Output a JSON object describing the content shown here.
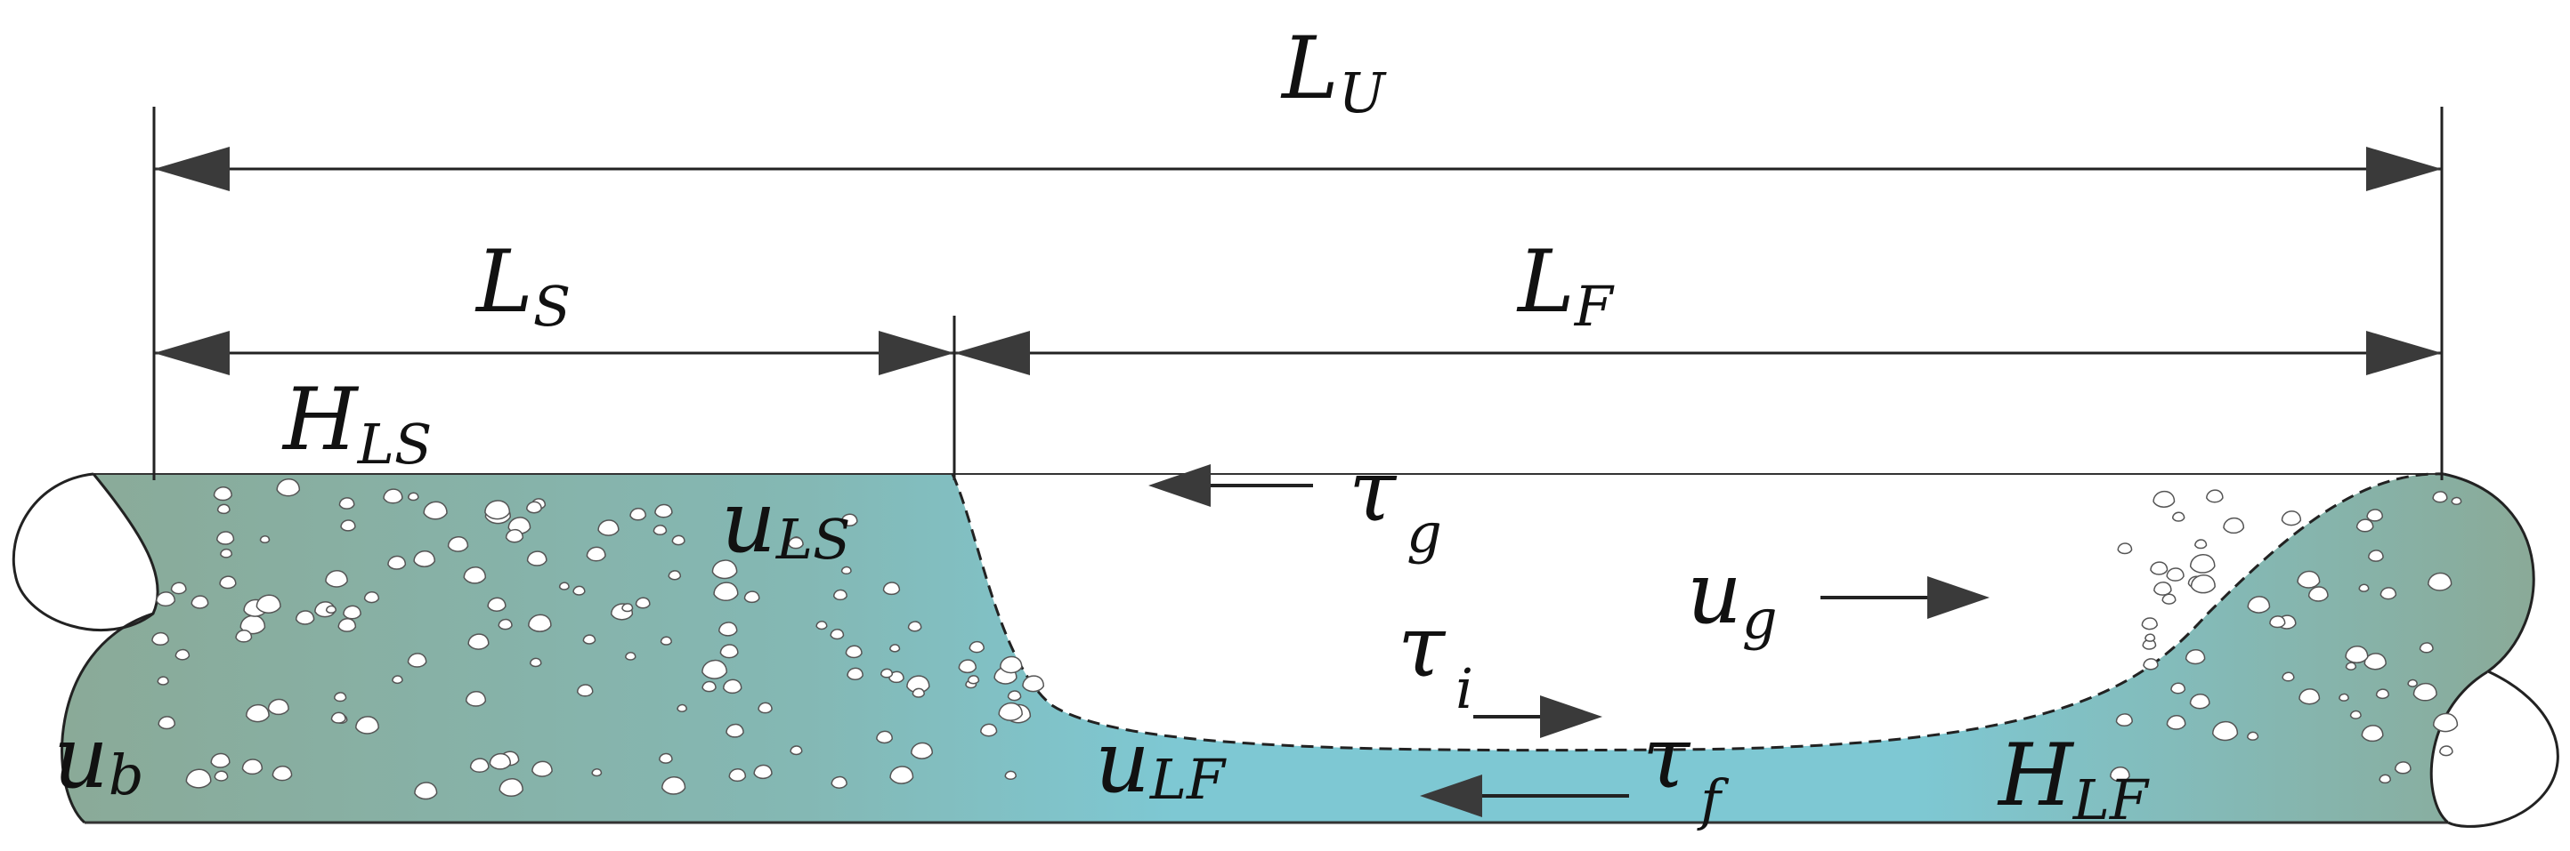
{
  "labels": {
    "unit_length": {
      "main": "L",
      "sub": "U"
    },
    "slug_length": {
      "main": "L",
      "sub": "S"
    },
    "film_length": {
      "main": "L",
      "sub": "F"
    },
    "slug_holdup": {
      "main": "H",
      "sub": "LS"
    },
    "slug_liquid_velocity": {
      "main": "u",
      "sub": "LS"
    },
    "gas_shear": {
      "main": "τ",
      "sub": "g"
    },
    "gas_velocity": {
      "main": "u",
      "sub": "g"
    },
    "interfacial_shear": {
      "main": "τ",
      "sub": "i"
    },
    "film_liquid_velocity": {
      "main": "u",
      "sub": "LF"
    },
    "bubble_velocity": {
      "main": "u",
      "sub": "b"
    },
    "wall_shear": {
      "main": "τ",
      "sub": "f"
    },
    "film_holdup": {
      "main": "H",
      "sub": "LF"
    }
  },
  "colors": {
    "slug_liquid": "#8aaa98",
    "film_liquid": "#7ec8d3",
    "line": "#333333",
    "arrow": "#3a3a3a"
  }
}
